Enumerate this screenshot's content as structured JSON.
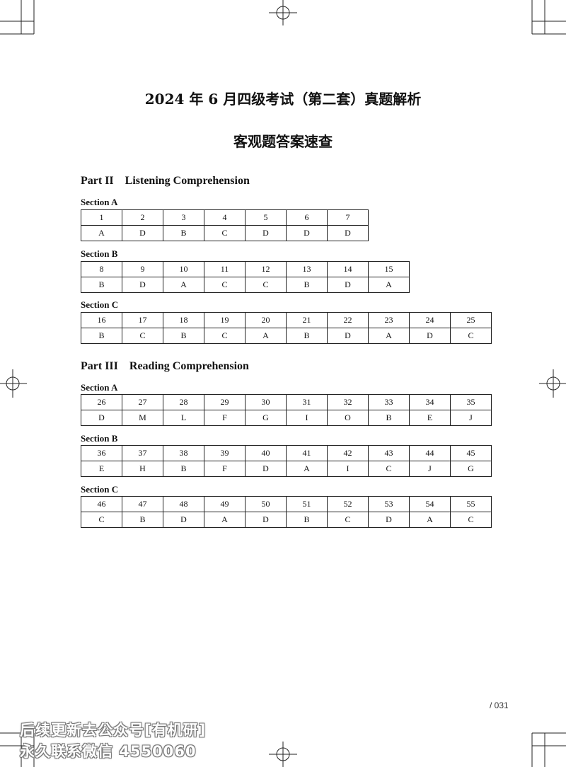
{
  "document": {
    "title": "2024 年 6 月四级考试（第二套）真题解析",
    "subtitle": "客观题答案速查",
    "page_number": "/ 031"
  },
  "parts": [
    {
      "heading": "Part II    Listening Comprehension",
      "sections": [
        {
          "heading": "Section A",
          "numbers": [
            "1",
            "2",
            "3",
            "4",
            "5",
            "6",
            "7"
          ],
          "answers": [
            "A",
            "D",
            "B",
            "C",
            "D",
            "D",
            "D"
          ]
        },
        {
          "heading": "Section B",
          "numbers": [
            "8",
            "9",
            "10",
            "11",
            "12",
            "13",
            "14",
            "15"
          ],
          "answers": [
            "B",
            "D",
            "A",
            "C",
            "C",
            "B",
            "D",
            "A"
          ]
        },
        {
          "heading": "Section C",
          "numbers": [
            "16",
            "17",
            "18",
            "19",
            "20",
            "21",
            "22",
            "23",
            "24",
            "25"
          ],
          "answers": [
            "B",
            "C",
            "B",
            "C",
            "A",
            "B",
            "D",
            "A",
            "D",
            "C"
          ]
        }
      ]
    },
    {
      "heading": "Part III    Reading Comprehension",
      "sections": [
        {
          "heading": "Section A",
          "numbers": [
            "26",
            "27",
            "28",
            "29",
            "30",
            "31",
            "32",
            "33",
            "34",
            "35"
          ],
          "answers": [
            "D",
            "M",
            "L",
            "F",
            "G",
            "I",
            "O",
            "B",
            "E",
            "J"
          ]
        },
        {
          "heading": "Section B",
          "numbers": [
            "36",
            "37",
            "38",
            "39",
            "40",
            "41",
            "42",
            "43",
            "44",
            "45"
          ],
          "answers": [
            "E",
            "H",
            "B",
            "F",
            "D",
            "A",
            "I",
            "C",
            "J",
            "G"
          ]
        },
        {
          "heading": "Section C",
          "numbers": [
            "46",
            "47",
            "48",
            "49",
            "50",
            "51",
            "52",
            "53",
            "54",
            "55"
          ],
          "answers": [
            "C",
            "B",
            "D",
            "A",
            "D",
            "B",
            "C",
            "D",
            "A",
            "C"
          ]
        }
      ]
    }
  ],
  "watermark": {
    "line1": "后续更新去公众号[有机研]",
    "line2": "永久联系微信 4550060"
  },
  "icons": [
    "registration-mark-icon",
    "crop-mark-icon"
  ]
}
